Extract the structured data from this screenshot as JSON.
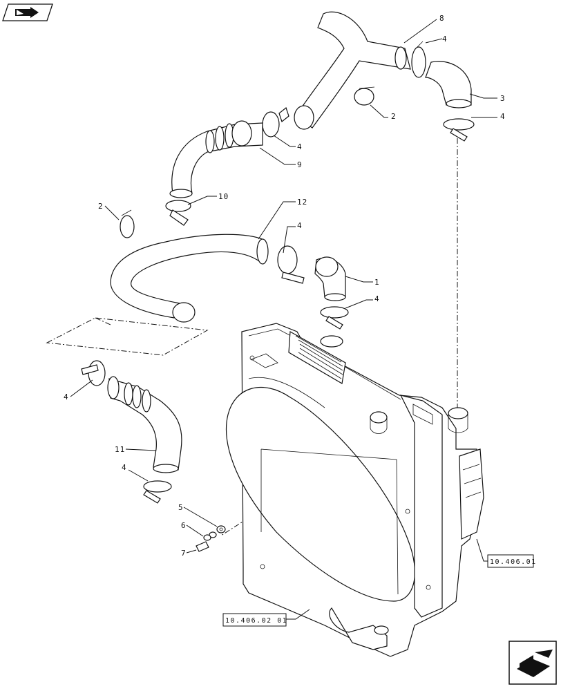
{
  "nav": {
    "prev_icon": "book-arrow-icon",
    "next_icon": "page-turn-icon"
  },
  "callouts": {
    "c1": "1",
    "c2a": "2",
    "c2b": "2",
    "c3": "3",
    "c4a": "4",
    "c4b": "4",
    "c4c": "4",
    "c4d": "4",
    "c4e": "4",
    "c4f": "4",
    "c4g": "4",
    "c5": "5",
    "c6": "6",
    "c7": "7",
    "c8": "8",
    "c9": "9",
    "c10": "10",
    "c11": "11",
    "c12": "12"
  },
  "references": {
    "ref_right": "10.406.01",
    "ref_bottom": "10.406.02 01"
  }
}
